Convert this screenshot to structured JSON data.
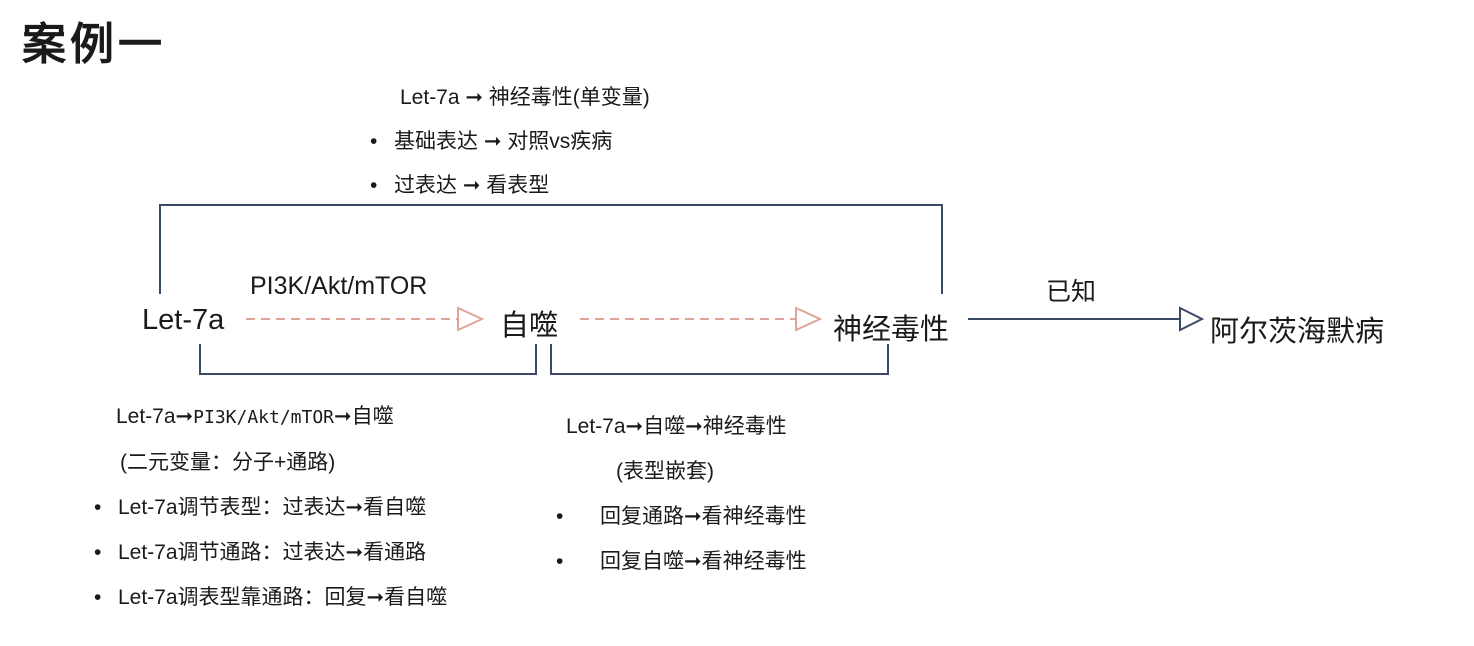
{
  "title": "案例一",
  "top_block": {
    "header": "Let-7a ➞ 神经毒性(单变量)",
    "bullets": [
      "基础表达 ➞ 对照vs疾病",
      "过表达 ➞ 看表型"
    ]
  },
  "nodes": {
    "let7a": "Let-7a",
    "autophagy": "自噬",
    "neurotoxicity": "神经毒性",
    "alzheimers": "阿尔茨海默病"
  },
  "edge_labels": {
    "pathway": "PI3K/Akt/mTOR",
    "known": "已知"
  },
  "left_block": {
    "header_prefix": "Let-7a➞",
    "header_mono": "PI3K/Akt/mTOR",
    "header_suffix": "➞自噬",
    "subheader": "(二元变量：分子+通路)",
    "bullets": [
      "Let-7a调节表型：过表达➞看自噬",
      "Let-7a调节通路：过表达➞看通路",
      "Let-7a调表型靠通路：回复➞看自噬"
    ]
  },
  "mid_block": {
    "header": "Let-7a➞自噬➞神经毒性",
    "subheader": "(表型嵌套)",
    "bullets": [
      "回复通路➞看神经毒性",
      "回复自噬➞看神经毒性"
    ]
  },
  "colors": {
    "dashed_arrow": "#e0a39a",
    "bracket": "#3b4a63",
    "text": "#1a1a1a"
  }
}
